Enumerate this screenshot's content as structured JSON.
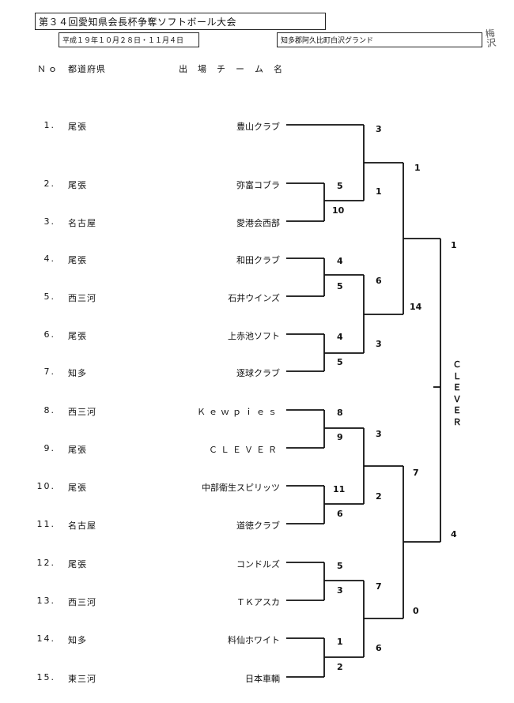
{
  "header": {
    "title": "第３４回愛知県会長杯争奪ソフトボール大会",
    "date": "平成１９年１０月２８日・１１月４日",
    "venue": "知多郡阿久比町白沢グランド",
    "handwritten_note": "梅沢"
  },
  "columns": {
    "no": "Ｎｏ",
    "prefecture": "都道府県",
    "team": "出　場　チ　ー　ム　名"
  },
  "entries": [
    {
      "no": "1.",
      "pref": "尾張",
      "team": "豊山クラブ"
    },
    {
      "no": "2.",
      "pref": "尾張",
      "team": "弥富コブラ"
    },
    {
      "no": "3.",
      "pref": "名古屋",
      "team": "愛港会西部"
    },
    {
      "no": "4.",
      "pref": "尾張",
      "team": "和田クラブ"
    },
    {
      "no": "5.",
      "pref": "西三河",
      "team": "石井ウインズ"
    },
    {
      "no": "6.",
      "pref": "尾張",
      "team": "上赤池ソフト"
    },
    {
      "no": "7.",
      "pref": "知多",
      "team": "逐球クラブ"
    },
    {
      "no": "8.",
      "pref": "西三河",
      "team": "Ｋｅｗｐｉｅｓ"
    },
    {
      "no": "9.",
      "pref": "尾張",
      "team": "ＣＬＥＶＥＲ"
    },
    {
      "no": "10.",
      "pref": "尾張",
      "team": "中部衛生スピリッツ"
    },
    {
      "no": "11.",
      "pref": "名古屋",
      "team": "道徳クラブ"
    },
    {
      "no": "12.",
      "pref": "尾張",
      "team": "コンドルズ"
    },
    {
      "no": "13.",
      "pref": "西三河",
      "team": "ＴＫアスカ"
    },
    {
      "no": "14.",
      "pref": "知多",
      "team": "料仙ホワイト"
    },
    {
      "no": "15.",
      "pref": "東三河",
      "team": "日本車輌"
    }
  ],
  "scores": {
    "r1_2": "5",
    "r1_3": "10",
    "r1_4": "4",
    "r1_5": "5",
    "r1_6": "4",
    "r1_7": "5",
    "r1_8": "8",
    "r1_9": "9",
    "r1_10": "11",
    "r1_11": "6",
    "r1_12": "5",
    "r1_13": "3",
    "r1_14": "1",
    "r1_15": "2",
    "r2_1": "3",
    "r2_23": "1",
    "r2_45": "6",
    "r2_67": "3",
    "r2_89": "3",
    "r2_1011": "2",
    "r2_1213": "7",
    "r2_1415": "6",
    "r3_top": "1",
    "r3_mid": "14",
    "r3_lower": "7",
    "r3_bottom": "0",
    "final_top": "1",
    "final_bottom": "4"
  },
  "champion": "ＣＬＥＶＥＲ"
}
